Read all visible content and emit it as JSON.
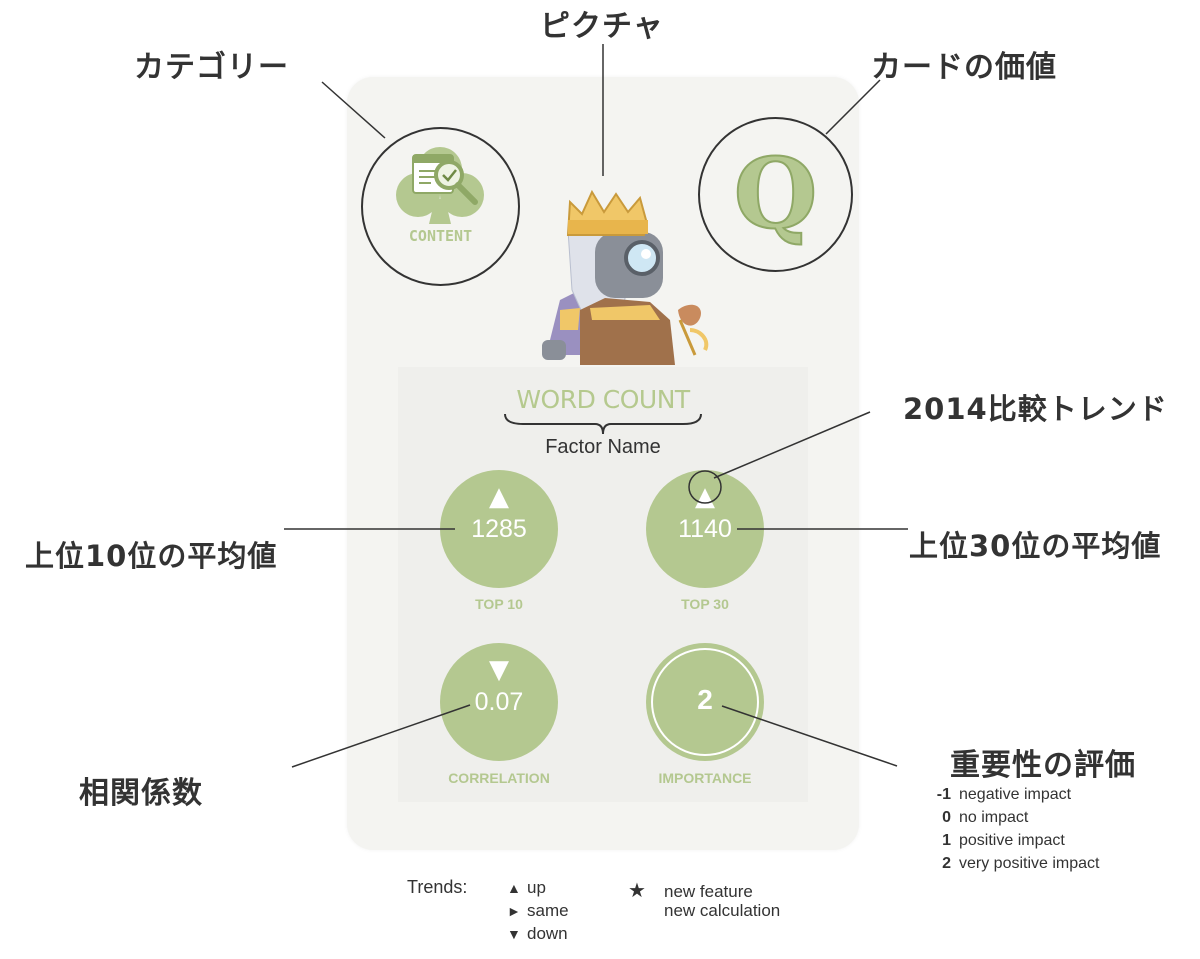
{
  "annotations": {
    "category": "カテゴリー",
    "picture": "ピクチャ",
    "card_value": "カードの価値",
    "trend_2014": "2014比較トレンド",
    "top10_avg": "上位10位の平均値",
    "top30_avg": "上位30位の平均値",
    "correlation_coef": "相関係数",
    "importance_rating": "重要性の評価"
  },
  "card": {
    "category_label": "CONTENT",
    "card_rank": "Q",
    "factor_value": "WORD COUNT",
    "factor_caption": "Factor Name",
    "metrics": {
      "top10": {
        "trend": "▲",
        "value": "1285",
        "label": "TOP 10"
      },
      "top30": {
        "trend": "▲",
        "value": "1140",
        "label": "TOP 30"
      },
      "correlation": {
        "trend": "▼",
        "value": "0.07",
        "label": "CORRELATION"
      },
      "importance": {
        "value": "2",
        "label": "IMPORTANCE"
      }
    }
  },
  "importance_scale": [
    {
      "key": "-1",
      "text": "negative impact"
    },
    {
      "key": "0",
      "text": "no impact"
    },
    {
      "key": "1",
      "text": "positive impact"
    },
    {
      "key": "2",
      "text": "very positive impact"
    }
  ],
  "trends_legend": {
    "title": "Trends:",
    "up_glyph": "▲",
    "up": "up",
    "same_glyph": "►",
    "same": "same",
    "down_glyph": "▼",
    "down": "down",
    "star_glyph": "★",
    "new_feature": "new feature",
    "new_calculation": "new calculation"
  },
  "colors": {
    "accent_green": "#b4c890",
    "card_bg": "#f4f4f1",
    "line": "#333333"
  }
}
